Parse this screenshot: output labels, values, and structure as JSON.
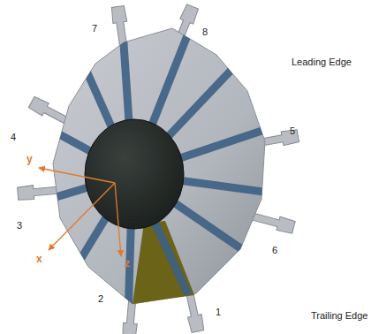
{
  "diagram": {
    "labels": [
      "7",
      "8",
      "Leading Edge",
      "4",
      "5",
      "y",
      "3",
      "x",
      "z",
      "6",
      "2",
      "1",
      "Trailing Edge"
    ]
  }
}
